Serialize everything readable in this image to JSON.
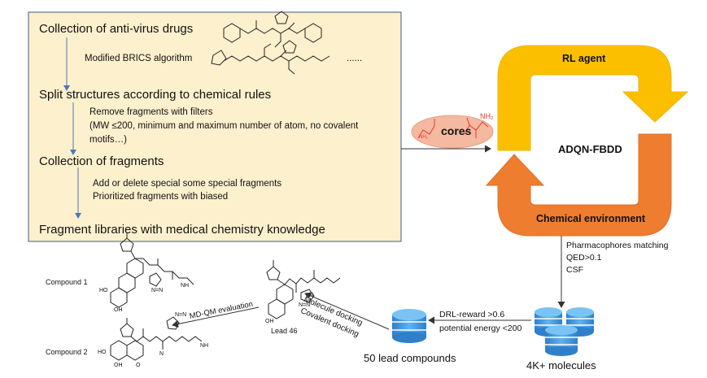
{
  "workflow": {
    "steps": [
      "Collection of anti-virus drugs",
      "Split structures according to chemical rules",
      "Collection of fragments",
      "Fragment libraries with medical chemistry knowledge"
    ],
    "notes": {
      "brics": "Modified BRICS algorithm",
      "ellipsis": "......",
      "filters_1": "Remove fragments with filters",
      "filters_2": "(MW ≤200, minimum and maximum number of atom, no covalent",
      "filters_3": "motifs…)",
      "special_1": "Add or delete  special some special fragments",
      "special_2": "Prioritized fragments with biased"
    }
  },
  "cores": {
    "label": "cores",
    "nh2": "NH₂",
    "nh2_small": "NH₂"
  },
  "cycle": {
    "agent": "RL agent",
    "center": "ADQN-FBDD",
    "environment": "Chemical environment",
    "agent_color": "#f9c100",
    "environment_color": "#ed7d31"
  },
  "filters_out": [
    "Pharmacophores matching",
    "QED>0.1",
    "CSF"
  ],
  "molecules_label": "4K+  molecules",
  "reward": [
    "DRL-reward >0.6",
    "potential energy <200"
  ],
  "lead_compounds_label": "50 lead compounds",
  "docking": [
    "Molecule docking",
    "Covalent docking"
  ],
  "lead46_label": "Lead 46",
  "mdqm_label": "MD-QM evaluation",
  "compounds": [
    "Compound 1",
    "Compound 2"
  ],
  "atoms": {
    "nh": "NH",
    "oh": "OH",
    "ho": "HO",
    "o": "O",
    "n": "N",
    "nn": "N=N",
    "n_small": "N"
  }
}
